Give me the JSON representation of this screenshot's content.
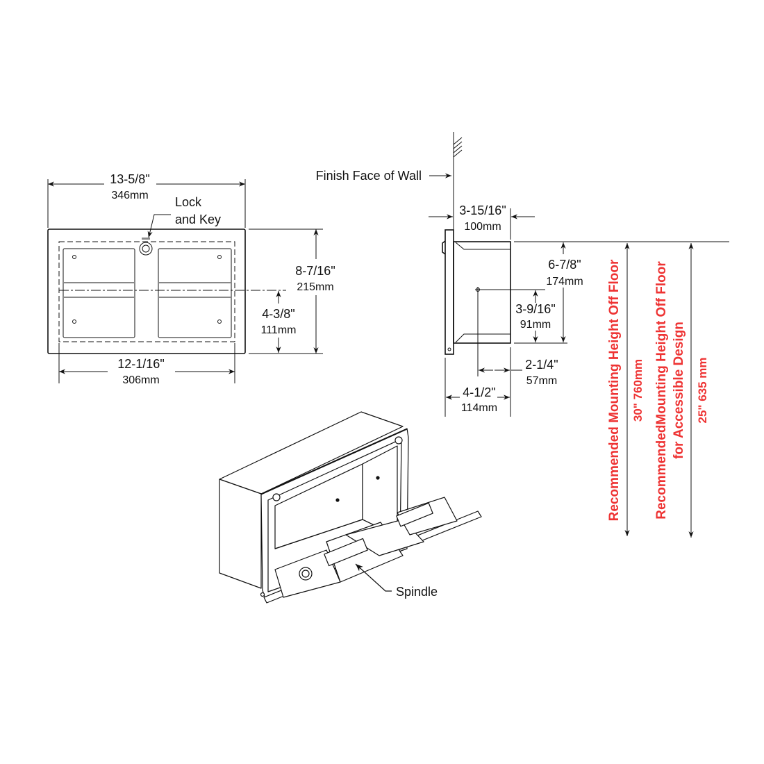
{
  "front_view": {
    "overall_width": {
      "imperial": "13-5/8\"",
      "metric": "346mm"
    },
    "overall_height": {
      "imperial": "8-7/16\"",
      "metric": "215mm"
    },
    "center_height": {
      "imperial": "4-3/8\"",
      "metric": "111mm"
    },
    "rough_opening_width": {
      "imperial": "12-1/16\"",
      "metric": "306mm"
    },
    "lock_label_line1": "Lock",
    "lock_label_line2": "and Key"
  },
  "side_view": {
    "wall_label": "Finish Face of Wall",
    "depth": {
      "imperial": "3-15/16\"",
      "metric": "100mm"
    },
    "box_height": {
      "imperial": "6-7/8\"",
      "metric": "174mm"
    },
    "spindle_height": {
      "imperial": "3-9/16\"",
      "metric": "91mm"
    },
    "spindle_depth": {
      "imperial": "2-1/4\"",
      "metric": "57mm"
    },
    "overall_depth": {
      "imperial": "4-1/2\"",
      "metric": "114mm"
    }
  },
  "mounting": {
    "color": "#ee3333",
    "standard_label": "Recommended Mounting Height Off Floor",
    "standard_value": "30\"   760mm",
    "accessible_label_line1": "RecommendedMounting Height Off Floor",
    "accessible_label_line2": "for Accessible Design",
    "accessible_value": "25\"   635 mm"
  },
  "iso_view": {
    "spindle_label": "Spindle"
  }
}
